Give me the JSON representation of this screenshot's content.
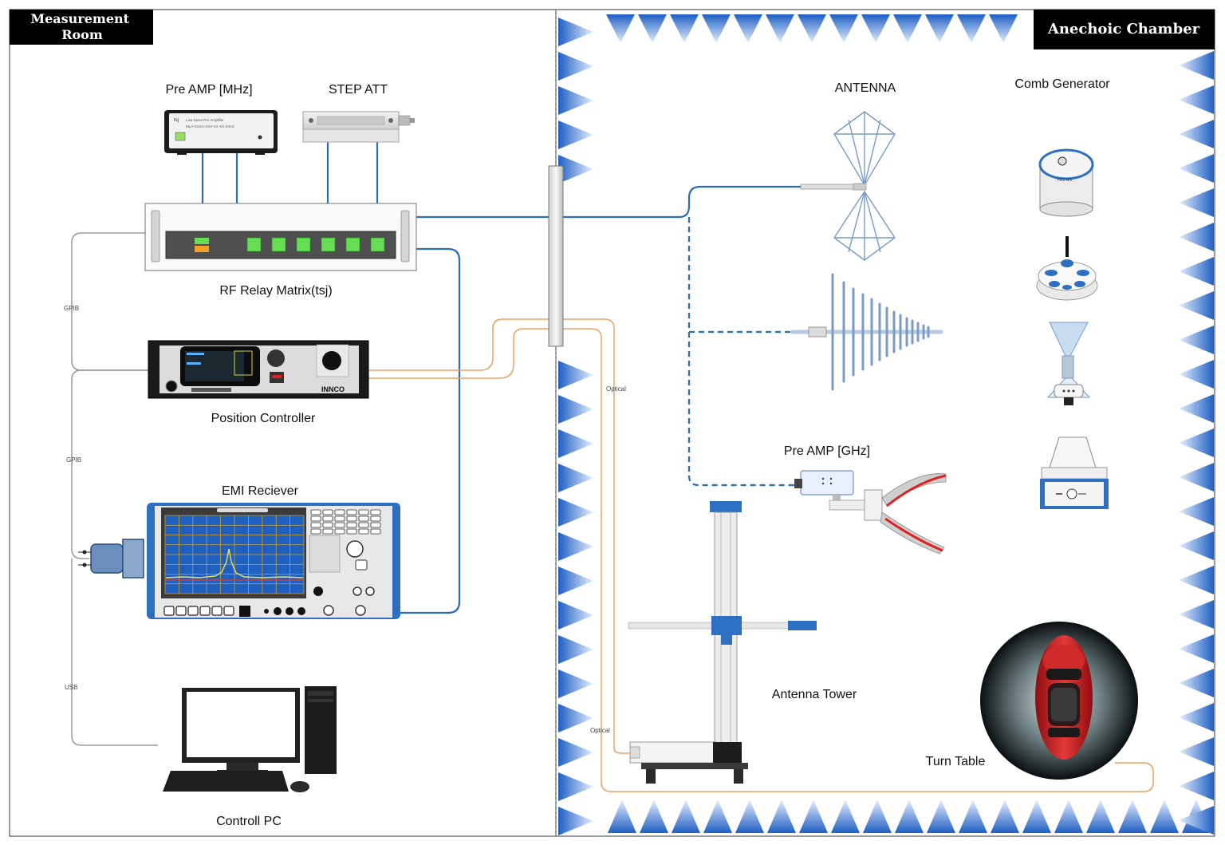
{
  "rooms": {
    "measurement_room": "Measurement\nRoom",
    "anechoic_chamber": "Anechoic Chamber"
  },
  "devices": {
    "pre_amp_mhz": "Pre AMP [MHz]",
    "pre_amp_mhz_panel": {
      "brand": "tsj",
      "title": "Low Noise Pre Amplifier",
      "model": "MLA-XXXX-XXX-XX  XX-XXHz"
    },
    "step_att": "STEP ATT",
    "rf_relay_matrix": "RF Relay Matrix(tsj)",
    "position_controller": "Position Controller",
    "position_controller_brand": "INNCO",
    "emi_receiver": "EMI Reciever",
    "control_pc": "Controll PC",
    "antenna": "ANTENNA",
    "comb_generator": "Comb Generator",
    "comb_generator_marking": "YRS NN",
    "pre_amp_ghz": "Pre AMP [GHz]",
    "antenna_tower": "Antenna Tower",
    "turn_table": "Turn Table"
  },
  "cables": {
    "gpib_1": "GPIB",
    "gpib_2": "GPIB",
    "usb": "USB",
    "optical_1": "Optical",
    "optical_2": "Optical"
  },
  "colors": {
    "coax": "#2b6cb8",
    "optical": "#f0a060",
    "control": "#9a9a9a",
    "absorber": "#4a86d8",
    "equipment_blue": "#2d6fc0",
    "relay_led": "#66dd55"
  }
}
